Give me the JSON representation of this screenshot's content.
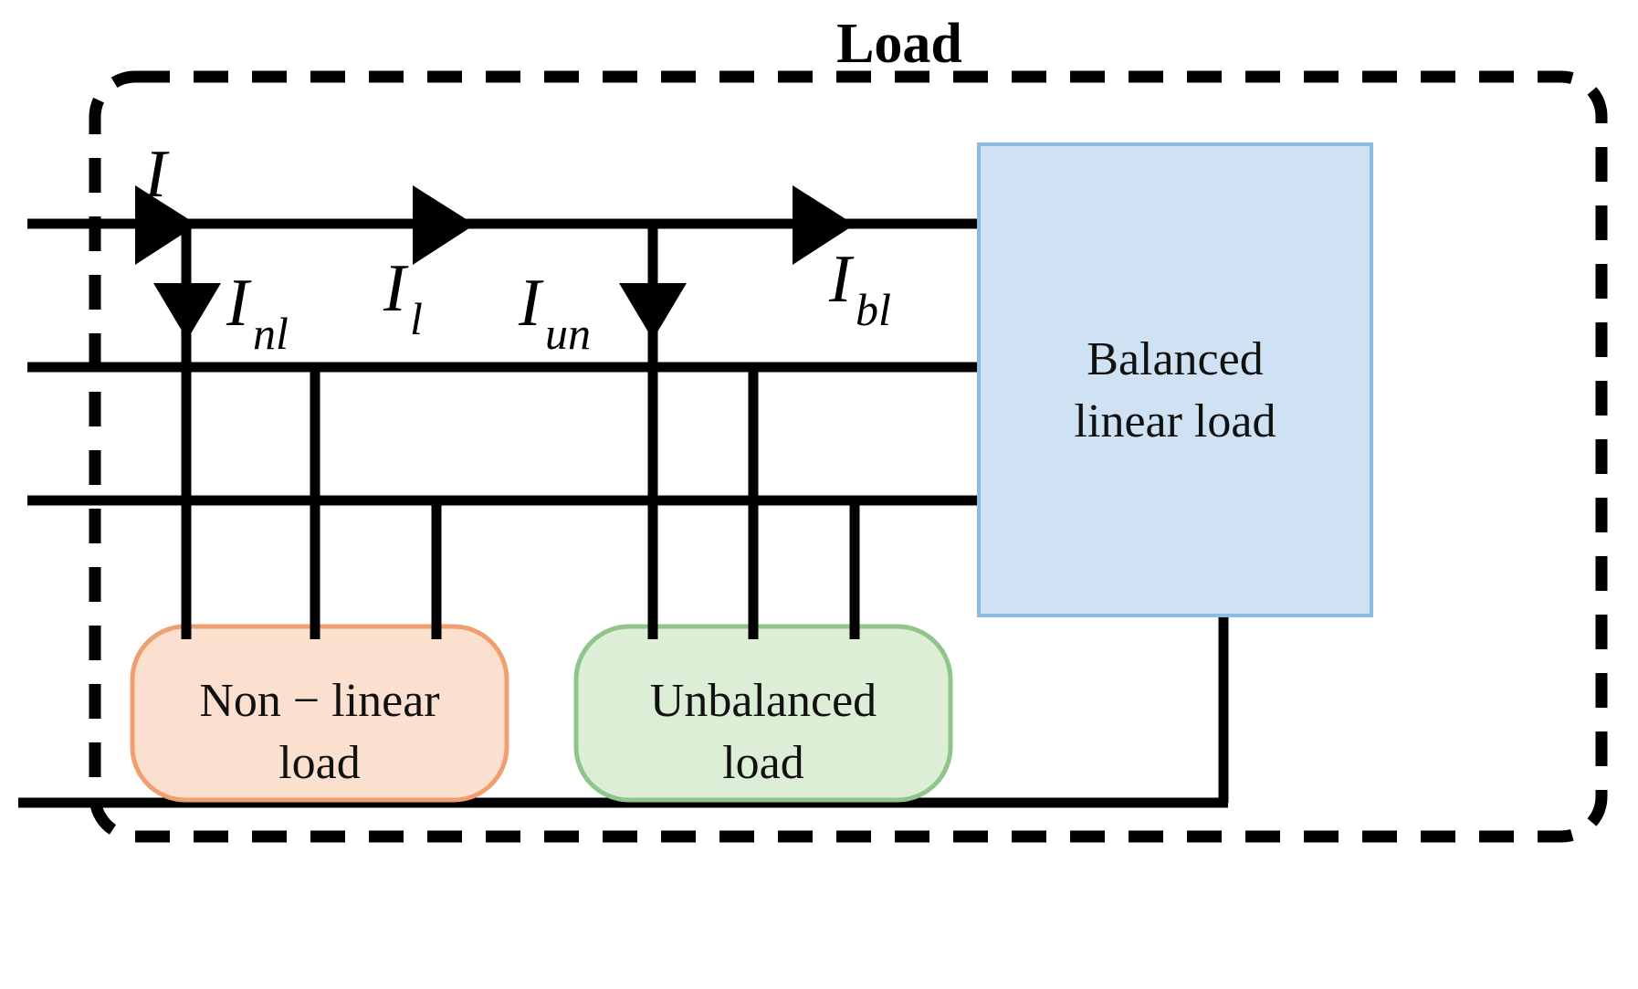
{
  "diagram": {
    "title": "Load",
    "type": "single-line electrical load block diagram",
    "colors": {
      "wire": "#000000",
      "dashed_boundary": "#000000",
      "nonlinear_fill": "#fce0cf",
      "nonlinear_stroke": "#f0a070",
      "unbalanced_fill": "#ddeed6",
      "unbalanced_stroke": "#8fc48a",
      "balanced_fill": "#cfe2f3",
      "balanced_stroke": "#8fbbe0",
      "text": "#000000"
    },
    "boundary": {
      "label": "Load",
      "style": "dashed rounded rectangle"
    },
    "current_labels": [
      {
        "id": "I",
        "base": "I",
        "sub": "",
        "direction": "right",
        "phase": "incoming-total"
      },
      {
        "id": "Inl",
        "base": "I",
        "sub": "nl",
        "direction": "down",
        "phase": "non-linear branch"
      },
      {
        "id": "Il",
        "base": "I",
        "sub": "l",
        "direction": "right",
        "phase": "remaining line"
      },
      {
        "id": "Iun",
        "base": "I",
        "sub": "un",
        "direction": "down",
        "phase": "unbalanced branch"
      },
      {
        "id": "Ibl",
        "base": "I",
        "sub": "bl",
        "direction": "right",
        "phase": "balanced linear branch"
      }
    ],
    "blocks": [
      {
        "id": "non-linear-load",
        "shape": "rounded-rect",
        "lines": [
          "Non − linear",
          "load"
        ],
        "fill": "#fce0cf",
        "stroke": "#f0a070"
      },
      {
        "id": "unbalanced-load",
        "shape": "rounded-rect",
        "lines": [
          "Unbalanced",
          "load"
        ],
        "fill": "#ddeed6",
        "stroke": "#8fc48a"
      },
      {
        "id": "balanced-linear-load",
        "shape": "rect",
        "lines": [
          "Balanced",
          "linear load"
        ],
        "fill": "#cfe2f3",
        "stroke": "#8fbbe0"
      }
    ],
    "buses": {
      "count": 3,
      "description": "three horizontal phase conductors plus a bottom return bus"
    }
  }
}
